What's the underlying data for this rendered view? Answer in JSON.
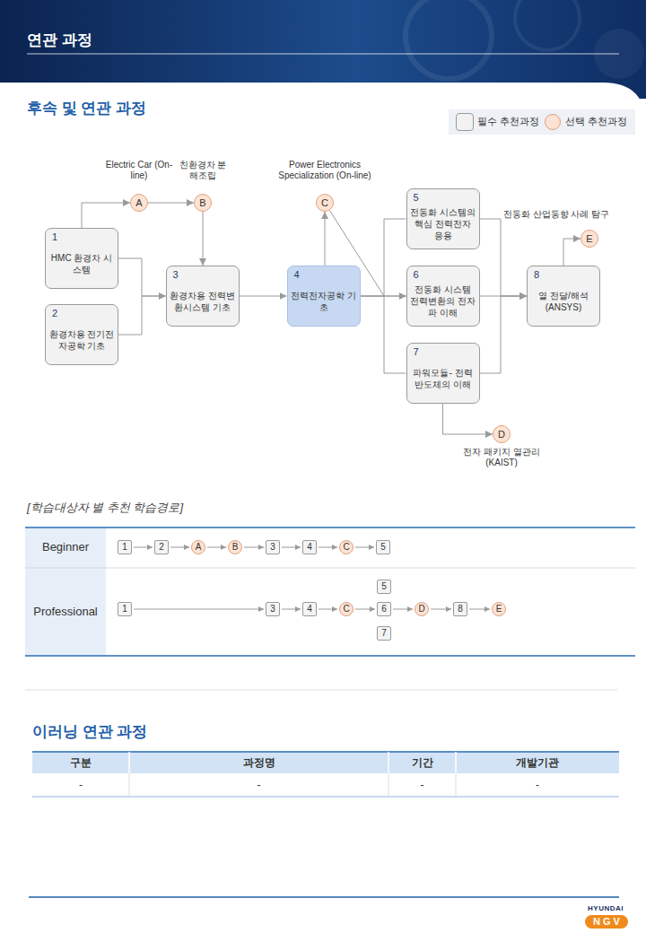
{
  "diagram": {
    "title": "후속 및 연관 과정",
    "nodes": [
      {
        "text": [
          "1",
          "HMC 환경차 시스템"
        ]
      },
      {
        "text": [
          "2",
          "환경차용 전기전자공학 기초"
        ]
      },
      {
        "text": [
          "Electric Car (On-line)",
          "A"
        ]
      },
      {
        "text": [
          "친환경차 분해조립",
          "B"
        ]
      },
      {
        "text": [
          "3",
          "환경차용 전력변환시스템 기초"
        ]
      },
      {
        "text": [
          "4",
          "전력전자공학 기초"
        ]
      },
      {
        "text": [
          "Power Electronics Specialization (On-line)",
          "C"
        ]
      },
      {
        "text": [
          "5",
          "전동화 시스템의 핵심 전력전자 응용"
        ]
      },
      {
        "text": [
          "6",
          "전동화 시스템 전력변환의 전자파 이해"
        ]
      },
      {
        "text": [
          "7",
          "파워모듈- 전력반도체의 이해"
        ]
      },
      {
        "text": [
          "8",
          "열 전달/해석 (ANSYS)"
        ]
      },
      {
        "text": [
          "D",
          "전자 패키지 열관리 (KAIST)"
        ]
      },
      {
        "text": [
          "전동화 산업동향 사례 탐구",
          "E"
        ]
      }
    ],
    "edges": [
      {
        "from": 0,
        "to": 2,
        "arrow": "to"
      },
      {
        "from": 2,
        "to": 3,
        "arrow": "to"
      },
      {
        "from": 3,
        "to": 4,
        "arrow": "to"
      },
      {
        "from": 0,
        "to": 4,
        "arrow": "to"
      },
      {
        "from": 1,
        "to": 4,
        "arrow": "to"
      },
      {
        "from": 4,
        "to": 5,
        "arrow": "to"
      },
      {
        "from": 5,
        "to": 6,
        "arrow": "to"
      },
      {
        "from": 5,
        "to": 7,
        "arrow": "none"
      },
      {
        "from": 5,
        "to": 8,
        "arrow": "to"
      },
      {
        "from": 5,
        "to": 9,
        "arrow": "none"
      },
      {
        "from": 6,
        "to": 8,
        "arrow": "to"
      },
      {
        "from": 7,
        "to": 10,
        "arrow": "to"
      },
      {
        "from": 8,
        "to": 10,
        "arrow": "to"
      },
      {
        "from": 9,
        "to": 10,
        "arrow": "to"
      },
      {
        "from": 10,
        "to": 12,
        "arrow": "to"
      },
      {
        "from": 9,
        "to": 11,
        "arrow": "to"
      }
    ],
    "labels": [
      "연관 과정",
      "[학습대상자 별 추천 학습경로]",
      "Beginner",
      "1",
      "2",
      "A",
      "B",
      "3",
      "4",
      "C",
      "5",
      "Professional",
      "5",
      "1",
      "3",
      "4",
      "C",
      "6",
      "D",
      "8",
      "E",
      "7",
      "이러닝 연관 과정",
      "구분",
      "과정명",
      "기간",
      "개발기관",
      "-",
      "-",
      "-",
      "-",
      "HYUNDAI",
      "NGV"
    ],
    "legend": [
      {
        "text": "필수 추천과정",
        "color": "#f2f2f2"
      },
      {
        "text": "선택 추천과정",
        "color": "#fde3d3"
      }
    ]
  }
}
